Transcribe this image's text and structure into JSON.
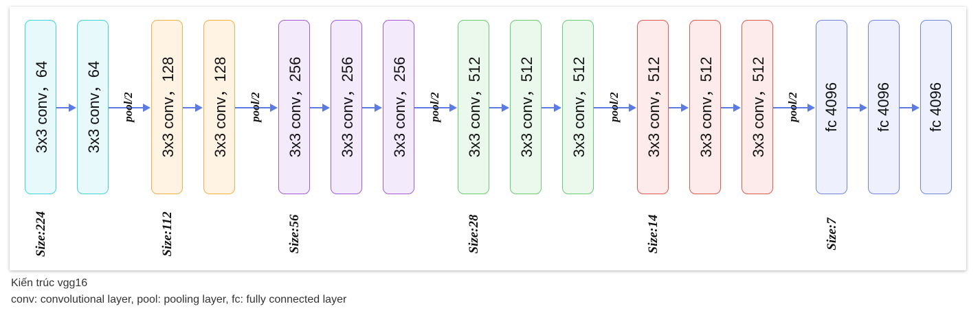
{
  "diagram": {
    "layers": [
      {
        "label": "3x3 conv，64",
        "fill": "#e8f9fc",
        "stroke": "#3fd3e0"
      },
      {
        "label": "3x3 conv，64",
        "fill": "#e8f9fc",
        "stroke": "#3fd3e0"
      },
      {
        "label": "3x3 conv，128",
        "fill": "#fff3e3",
        "stroke": "#f5ad4c"
      },
      {
        "label": "3x3 conv，128",
        "fill": "#fff3e3",
        "stroke": "#f5ad4c"
      },
      {
        "label": "3x3 conv，256",
        "fill": "#f3ebfc",
        "stroke": "#a35bdc"
      },
      {
        "label": "3x3 conv，256",
        "fill": "#f3ebfc",
        "stroke": "#a35bdc"
      },
      {
        "label": "3x3 conv，256",
        "fill": "#f3ebfc",
        "stroke": "#a35bdc"
      },
      {
        "label": "3x3 conv，512",
        "fill": "#ebf8ec",
        "stroke": "#6ccb73"
      },
      {
        "label": "3x3 conv，512",
        "fill": "#ebf8ec",
        "stroke": "#6ccb73"
      },
      {
        "label": "3x3 conv，512",
        "fill": "#ebf8ec",
        "stroke": "#6ccb73"
      },
      {
        "label": "3x3 conv，512",
        "fill": "#fdeaea",
        "stroke": "#e15a50"
      },
      {
        "label": "3x3 conv，512",
        "fill": "#fdeaea",
        "stroke": "#e15a50"
      },
      {
        "label": "3x3 conv，512",
        "fill": "#fdeaea",
        "stroke": "#e15a50"
      },
      {
        "label": "fc 4096",
        "fill": "#eef1fd",
        "stroke": "#6d87de"
      },
      {
        "label": "fc 4096",
        "fill": "#eef1fd",
        "stroke": "#6d87de"
      },
      {
        "label": "fc 4096",
        "fill": "#eef1fd",
        "stroke": "#6d87de"
      }
    ],
    "pool_label": "pool/2",
    "sizes": [
      "Size:224",
      "Size:112",
      "Size:56",
      "Size:28",
      "Size:14",
      "Size:7"
    ],
    "arrow_color": "#5b7be3"
  },
  "caption": {
    "title": "Kiến trúc vgg16",
    "legend": "conv: convolutional layer, pool: pooling layer, fc: fully connected layer"
  }
}
